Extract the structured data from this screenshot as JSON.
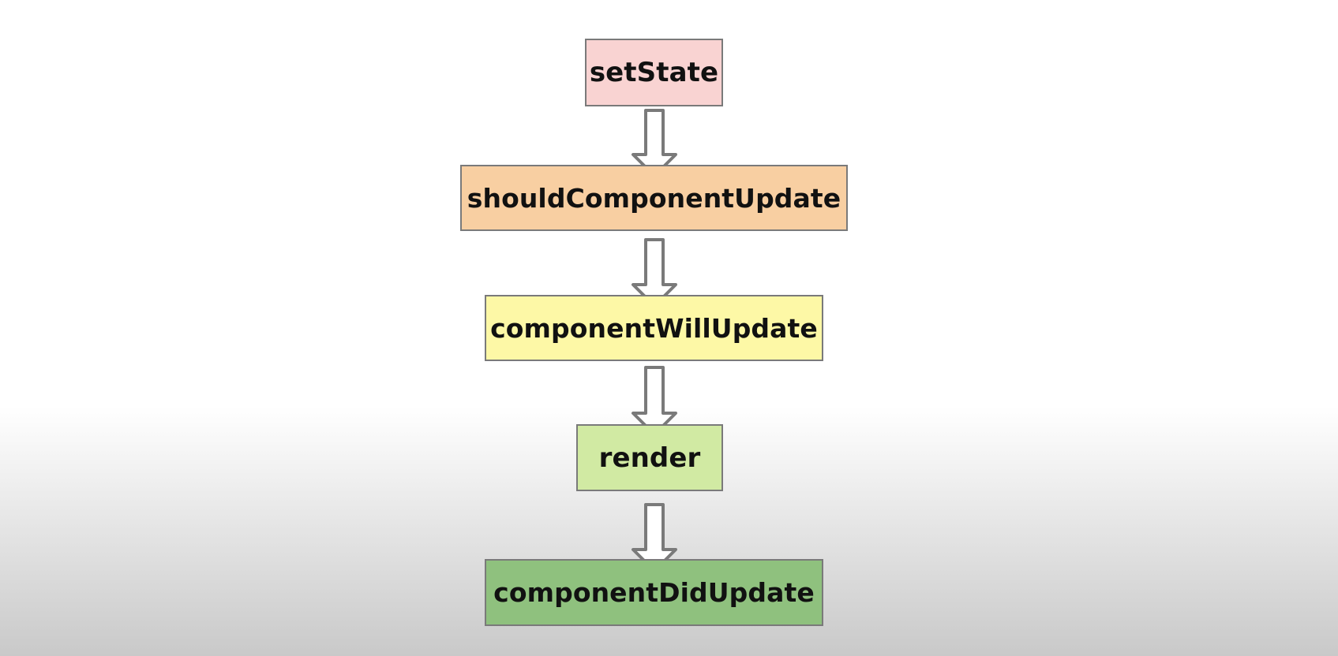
{
  "diagram": {
    "colors": {
      "background_top": "#ffffff",
      "background_bottom": "#c9c9c9",
      "border": "#7a7a7a",
      "arrow_stroke": "#7a7a7a",
      "arrow_fill": "#ffffff"
    },
    "nodes": [
      {
        "id": "setState",
        "label": "setState",
        "fill": "#f9d3d2"
      },
      {
        "id": "shouldComponentUpdate",
        "label": "shouldComponentUpdate",
        "fill": "#f8cfa2"
      },
      {
        "id": "componentWillUpdate",
        "label": "componentWillUpdate",
        "fill": "#fdf8a6"
      },
      {
        "id": "render",
        "label": "render",
        "fill": "#d1eaa3"
      },
      {
        "id": "componentDidUpdate",
        "label": "componentDidUpdate",
        "fill": "#8fc17e"
      }
    ],
    "edges": [
      {
        "from": "setState",
        "to": "shouldComponentUpdate",
        "style": "hollow-block-arrow"
      },
      {
        "from": "shouldComponentUpdate",
        "to": "componentWillUpdate",
        "style": "hollow-block-arrow"
      },
      {
        "from": "componentWillUpdate",
        "to": "render",
        "style": "hollow-block-arrow"
      },
      {
        "from": "render",
        "to": "componentDidUpdate",
        "style": "hollow-block-arrow"
      }
    ]
  }
}
